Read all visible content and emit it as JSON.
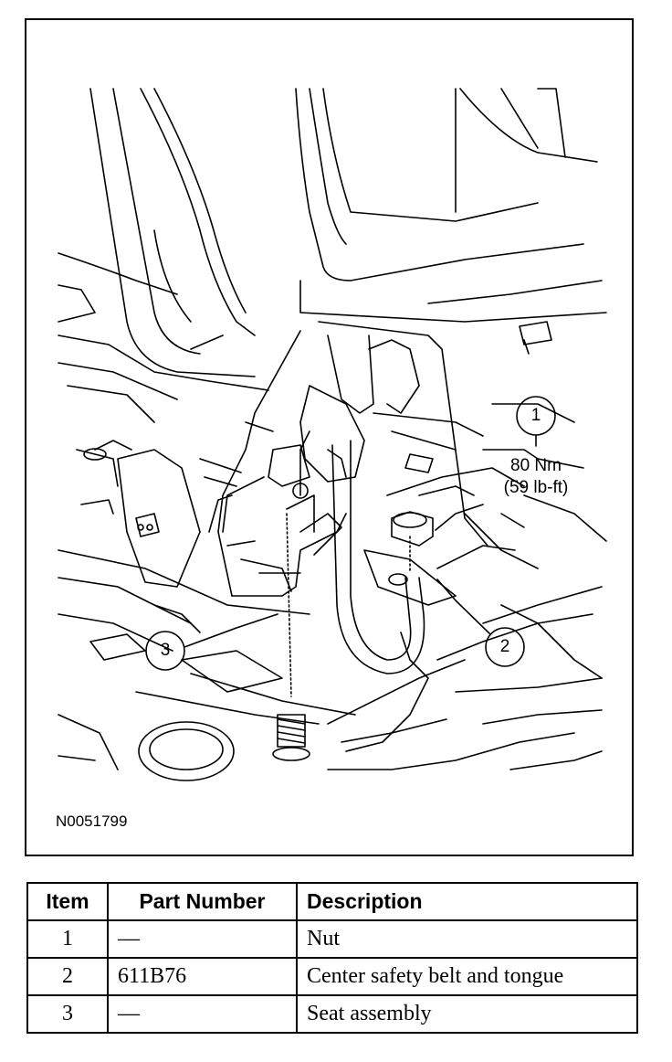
{
  "figure": {
    "id": "N0051799",
    "callouts": [
      {
        "number": "1",
        "torque_metric": "80 Nm",
        "torque_imperial": "(59 lb-ft)"
      },
      {
        "number": "2"
      },
      {
        "number": "3"
      }
    ]
  },
  "parts_table": {
    "headers": {
      "item": "Item",
      "part_number": "Part Number",
      "description": "Description"
    },
    "rows": [
      {
        "item": "1",
        "part_number": "—",
        "description": "Nut"
      },
      {
        "item": "2",
        "part_number": "611B76",
        "description": "Center safety belt and tongue"
      },
      {
        "item": "3",
        "part_number": "—",
        "description": "Seat assembly"
      }
    ]
  }
}
